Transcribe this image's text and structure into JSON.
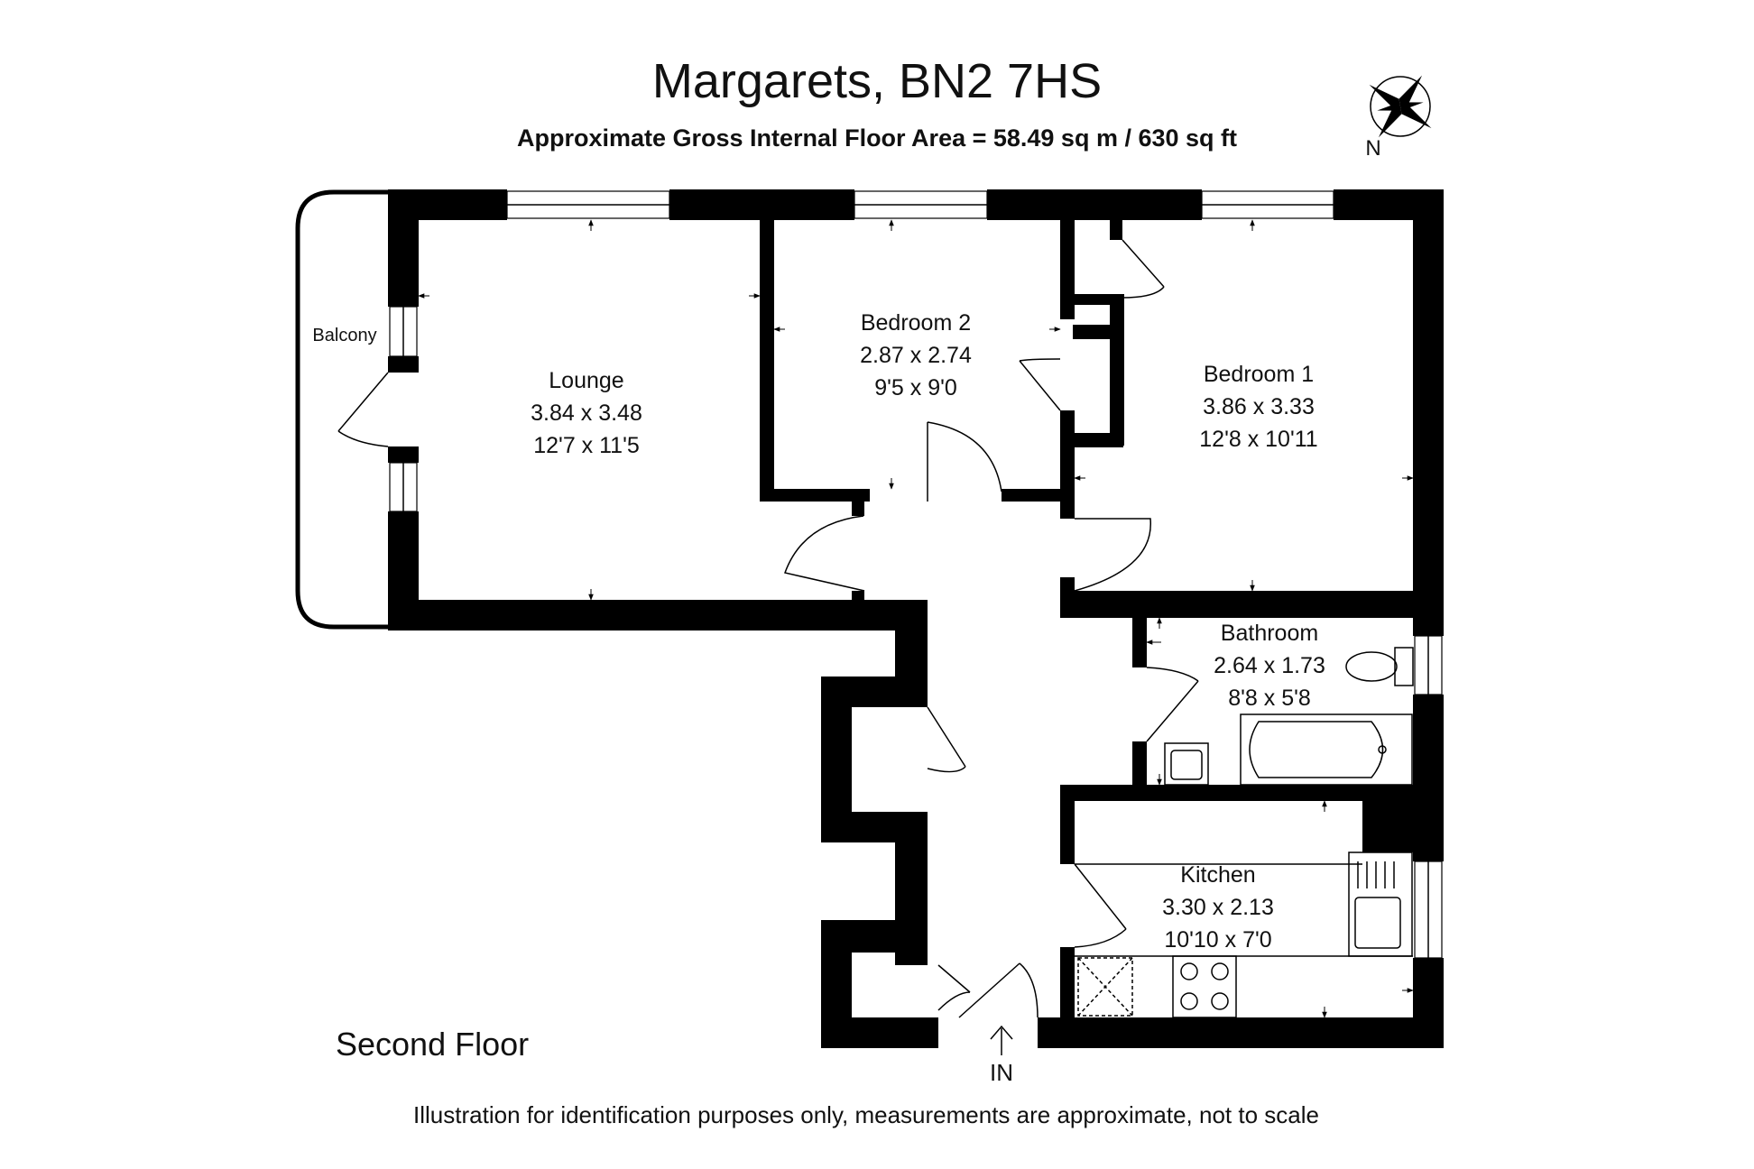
{
  "header": {
    "title": "Margarets, BN2 7HS",
    "subtitle": "Approximate Gross Internal Floor Area = 58.49 sq m / 630 sq ft"
  },
  "compass": {
    "label": "N",
    "icon": "compass-rose-icon"
  },
  "rooms": {
    "lounge": {
      "name": "Lounge",
      "metric": "3.84 x 3.48",
      "imperial": "12'7 x 11'5"
    },
    "bedroom2": {
      "name": "Bedroom 2",
      "metric": "2.87 x 2.74",
      "imperial": "9'5 x 9'0"
    },
    "bedroom1": {
      "name": "Bedroom 1",
      "metric": "3.86 x 3.33",
      "imperial": "12'8 x 10'11"
    },
    "bathroom": {
      "name": "Bathroom",
      "metric": "2.64 x 1.73",
      "imperial": "8'8 x 5'8"
    },
    "kitchen": {
      "name": "Kitchen",
      "metric": "3.30 x 2.13",
      "imperial": "10'10 x 7'0"
    },
    "balcony": {
      "name": "Balcony"
    }
  },
  "entrance": {
    "label": "IN",
    "icon": "entry-arrow-icon"
  },
  "floor_label": "Second Floor",
  "footer": {
    "disclaimer": "Illustration for identification purposes only, measurements are approximate, not to scale"
  }
}
